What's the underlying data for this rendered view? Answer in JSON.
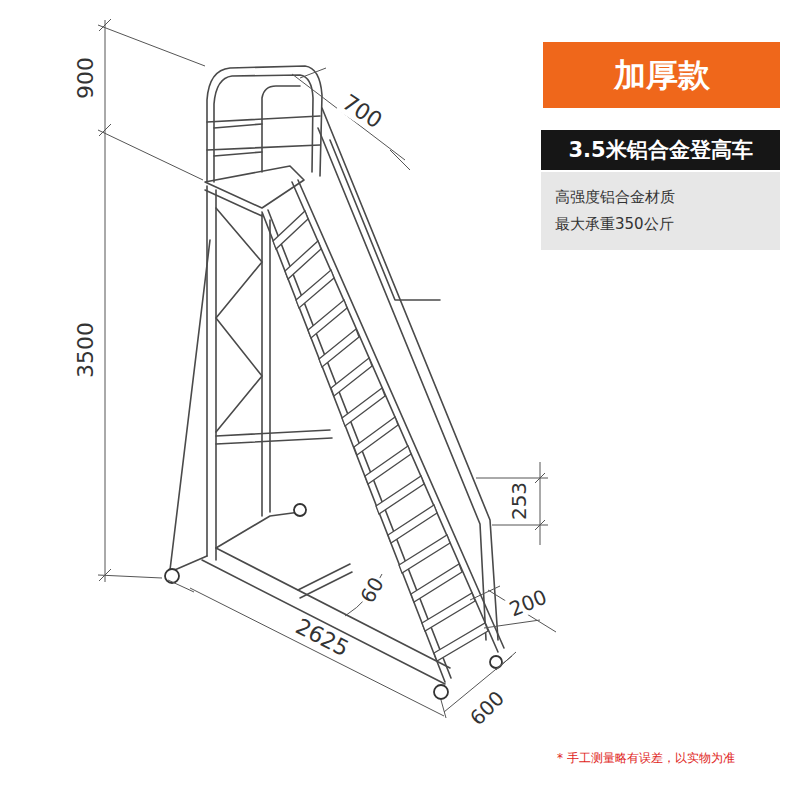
{
  "diagram": {
    "nodes": [
      {
        "text": [
          "加厚款"
        ]
      },
      {
        "text": [
          "3.5米铝合金登高车"
        ]
      },
      {
        "text": [
          "高强度铝合金材质",
          "最大承重350公斤"
        ]
      }
    ],
    "labels": [
      "900",
      "700",
      "3500",
      "253",
      "200",
      "60",
      "2625",
      "600",
      "* 手工测量略有误差，以实物为准"
    ]
  }
}
